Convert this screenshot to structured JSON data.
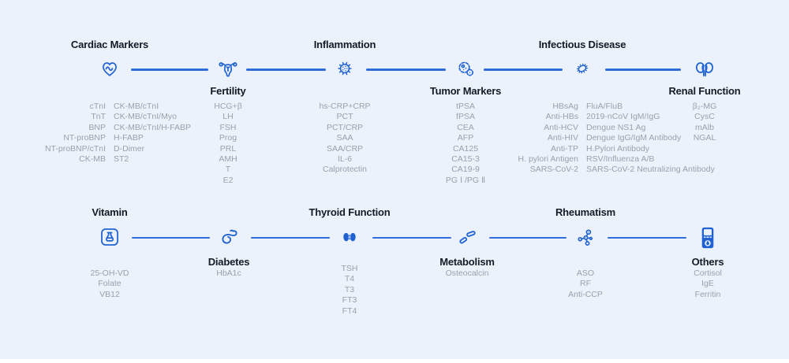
{
  "theme": {
    "bg": "#ecf2fb",
    "accent": "#2062d2",
    "line": "#2f6cd8",
    "heading": "#141b24",
    "muted": "#99a1aa",
    "strip": "#ffffff"
  },
  "groups": [
    {
      "label": "Cardiac Markers",
      "icon": "heart-pulse-icon",
      "columns": [
        [
          "cTnI",
          "TnT",
          "BNP",
          "NT-proBNP",
          "NT-proBNP/cTnI",
          "CK-MB"
        ],
        [
          "CK-MB/cTnI",
          "CK-MB/cTnI/Myo",
          "CK-MB/cTnI/H-FABP",
          "H-FABP",
          "D-Dimer",
          "ST2"
        ]
      ]
    },
    {
      "label": "Fertility",
      "icon": "uterus-icon",
      "items": [
        "HCG+β",
        "LH",
        "FSH",
        "Prog",
        "PRL",
        "AMH",
        "T",
        "E2"
      ]
    },
    {
      "label": "Inflammation",
      "icon": "virus-icon",
      "items": [
        "hs-CRP+CRP",
        "PCT",
        "PCT/CRP",
        "SAA",
        "SAA/CRP",
        "IL-6",
        "Calprotectin"
      ]
    },
    {
      "label": "Tumor Markers",
      "icon": "tumor-cells-icon",
      "items": [
        "tPSA",
        "fPSA",
        "CEA",
        "AFP",
        "CA125",
        "CA15-3",
        "CA19-9",
        "PG Ⅰ /PG Ⅱ"
      ]
    },
    {
      "label": "Infectious Disease",
      "icon": "bacteria-icon",
      "columns": [
        [
          "HBsAg",
          "Anti-HBs",
          "Anti-HCV",
          "Anti-HIV",
          "Anti-TP",
          "H. pylori Antigen",
          "SARS-CoV-2"
        ],
        [
          "FluA/FluB",
          "2019-nCoV IgM/IgG",
          "Dengue NS1 Ag",
          "Dengue IgG/IgM Antibody",
          "H.Pylori Antibody",
          "RSV/Influenza A/B",
          "SARS-CoV-2 Neutralizing Antibody"
        ]
      ]
    },
    {
      "label": "Renal Function",
      "icon": "kidneys-icon",
      "items": [
        "β₂-MG",
        "CysC",
        "mAlb",
        "NGAL"
      ]
    },
    {
      "label": "Vitamin",
      "icon": "flask-icon",
      "items": [
        "25-OH-VD",
        "Folate",
        "VB12"
      ]
    },
    {
      "label": "Diabetes",
      "icon": "pancreas-icon",
      "items": [
        "HbA1c"
      ]
    },
    {
      "label": "Thyroid Function",
      "icon": "thyroid-icon",
      "items": [
        "TSH",
        "T4",
        "T3",
        "FT3",
        "FT4"
      ]
    },
    {
      "label": "Metabolism",
      "icon": "bone-joint-icon",
      "items": [
        "Osteocalcin"
      ]
    },
    {
      "label": "Rheumatism",
      "icon": "molecule-icon",
      "items": [
        "ASO",
        "RF",
        "Anti-CCP"
      ]
    },
    {
      "label": "Others",
      "icon": "glucose-meter-icon",
      "items": [
        "Cortisol",
        "IgE",
        "Ferritin"
      ]
    }
  ]
}
